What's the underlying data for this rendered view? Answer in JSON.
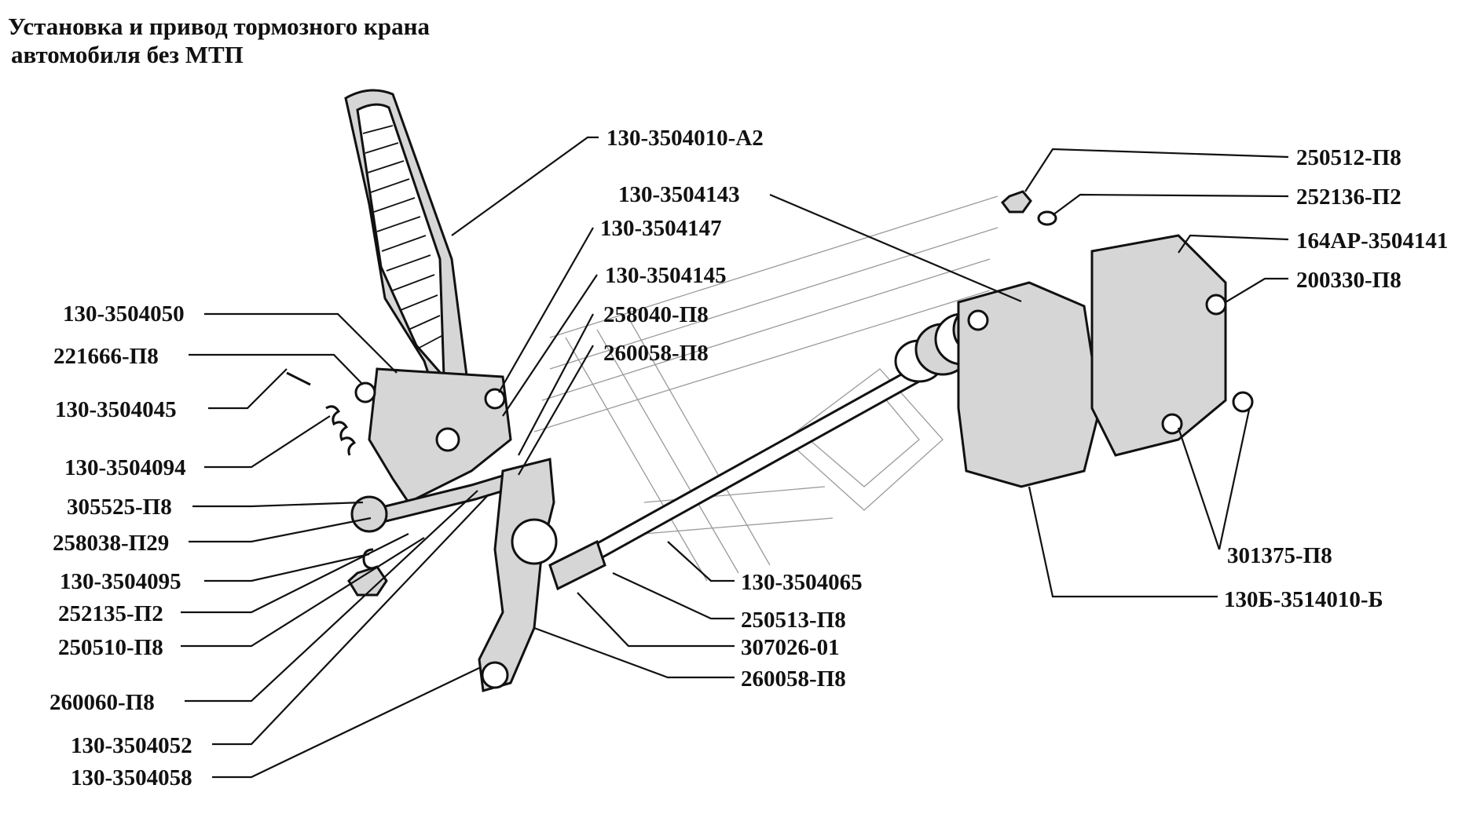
{
  "title": {
    "line1": "Установка и привод тормозного крана",
    "line2": "автомобиля без МТП"
  },
  "colors": {
    "ink": "#111111",
    "background": "#ffffff",
    "watermark": "#9a9a9a",
    "part_fill": "#d6d6d6"
  },
  "labels": [
    "130-3504010-А2",
    "130-3504143",
    "130-3504147",
    "130-3504145",
    "258040-П8",
    "260058-П8",
    "130-3504050",
    "221666-П8",
    "130-3504045",
    "130-3504094",
    "305525-П8",
    "258038-П29",
    "130-3504095",
    "252135-П2",
    "250510-П8",
    "260060-П8",
    "130-3504052",
    "130-3504058",
    "250512-П8",
    "252136-П2",
    "164АР-3504141",
    "200330-П8",
    "301375-П8",
    "130Б-3514010-Б",
    "130-3504065",
    "250513-П8",
    "307026-01",
    "260058-П8"
  ]
}
